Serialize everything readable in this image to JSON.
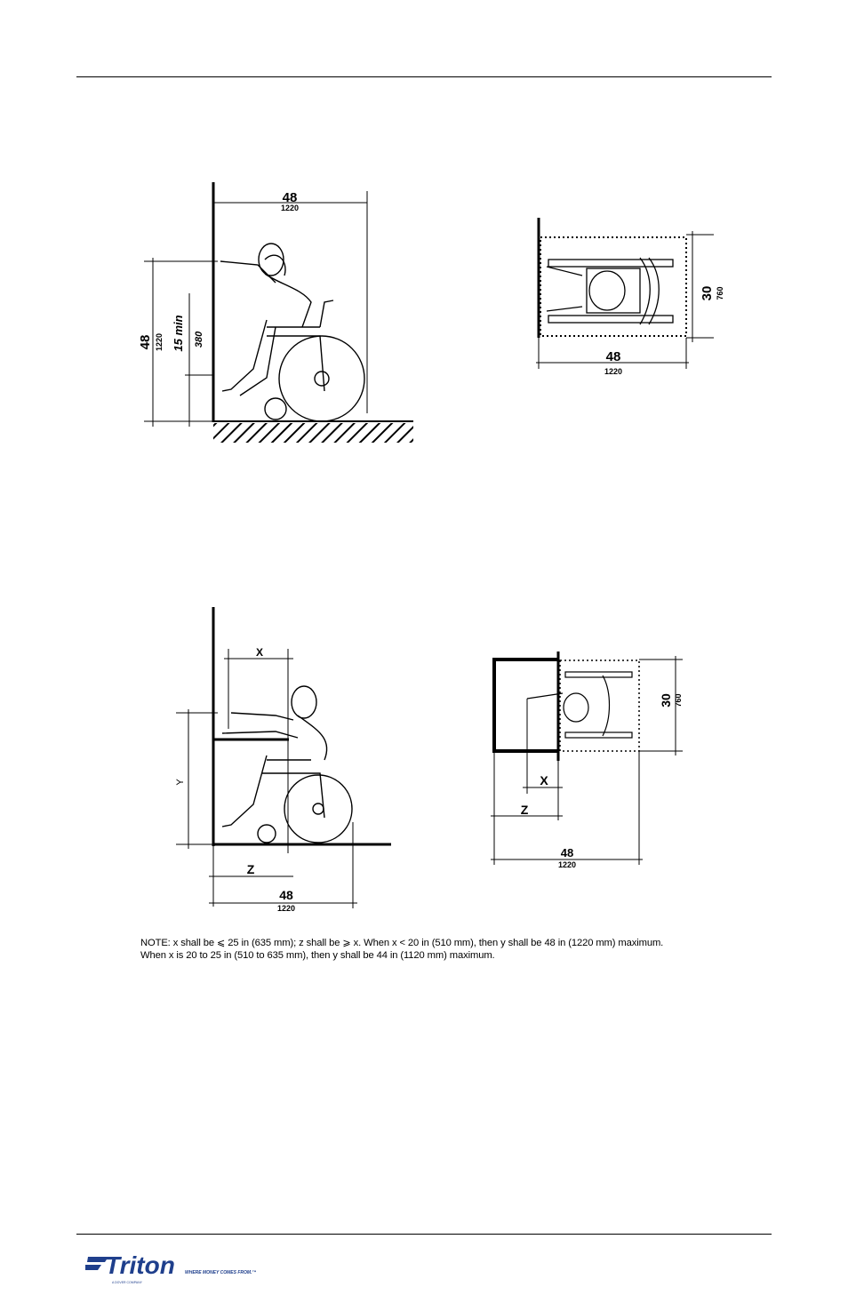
{
  "figure1": {
    "top_width": "48",
    "top_width_mm": "1220",
    "height": "48",
    "height_mm": "1220",
    "min_height": "15 min",
    "min_height_mm": "380"
  },
  "figure2": {
    "width": "48",
    "width_mm": "1220",
    "depth": "30",
    "depth_mm": "760"
  },
  "figure3": {
    "x_label": "X",
    "y_label": "Y",
    "z_label": "Z",
    "width": "48",
    "width_mm": "1220"
  },
  "figure4": {
    "x_label": "X",
    "z_label": "Z",
    "width": "48",
    "width_mm": "1220",
    "depth": "30",
    "depth_mm": "760"
  },
  "note": {
    "line1": "NOTE: x shall be ⩽ 25 in (635 mm); z shall be ⩾ x. When x < 20 in (510 mm), then y shall be 48 in (1220 mm) maximum.",
    "line2": "When x is 20 to 25 in (510 to 635 mm), then y shall be 44 in (1120 mm) maximum."
  },
  "footer": {
    "brand": "Triton",
    "tagline": "WHERE MONEY COMES FROM.™",
    "sub": "A DOVER COMPANY"
  }
}
